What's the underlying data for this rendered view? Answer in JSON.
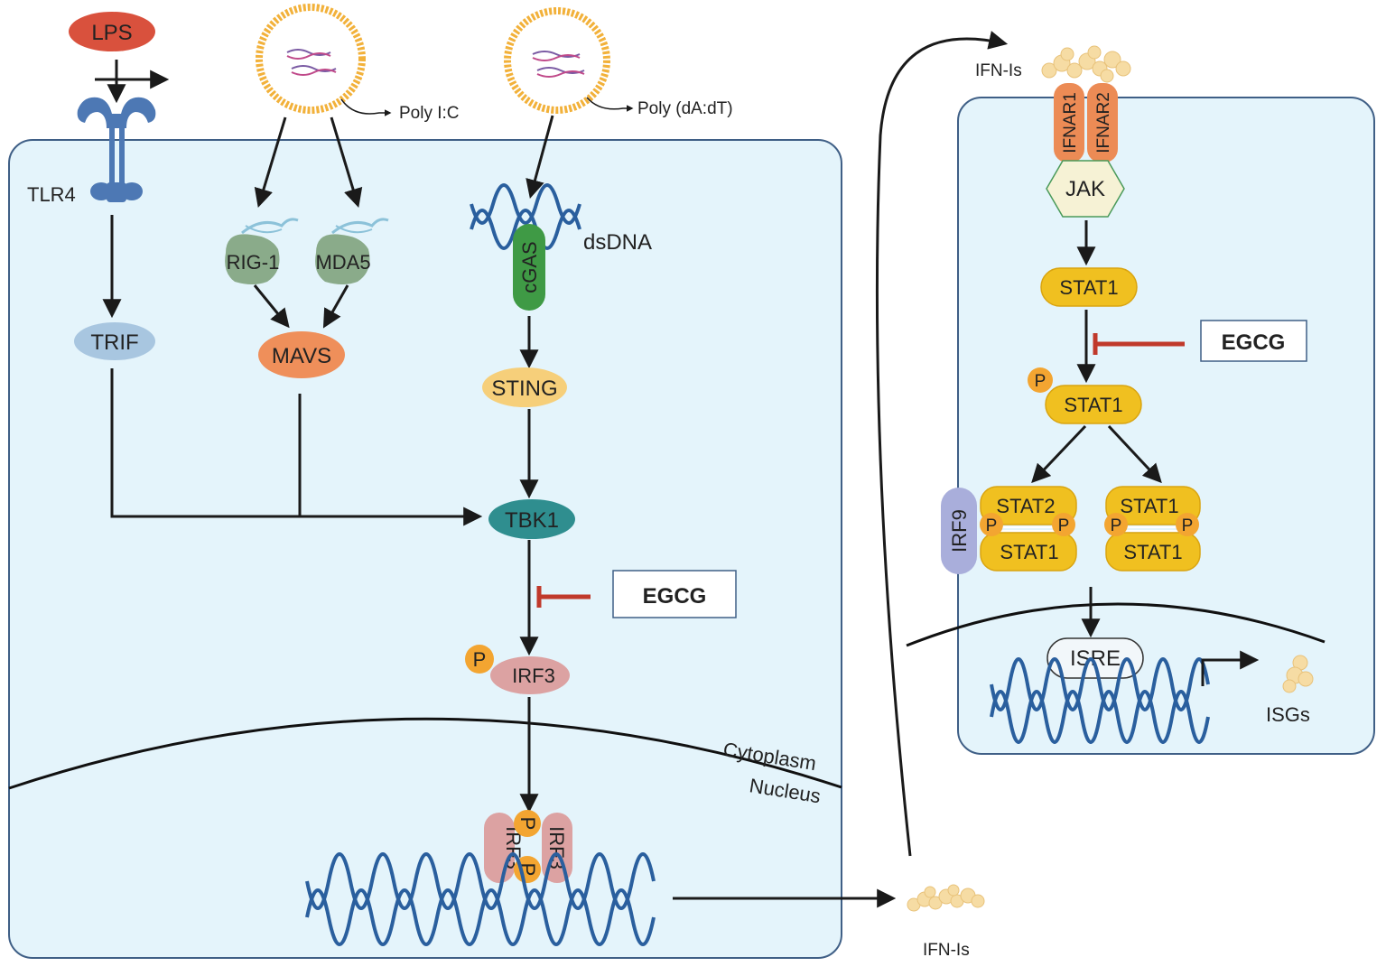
{
  "ligands": {
    "lps": "LPS",
    "poly_ic": "Poly I:C",
    "poly_dadt": "Poly (dA:dT)"
  },
  "receptors": {
    "tlr4": "TLR4",
    "ifnar1": "IFNAR1",
    "ifnar2": "IFNAR2"
  },
  "nodes": {
    "rig1": "RIG-1",
    "mda5": "MDA5",
    "trif": "TRIF",
    "mavs": "MAVS",
    "cgas": "cGAS",
    "dsdna": "dsDNA",
    "sting": "STING",
    "tbk1": "TBK1",
    "irf3": "IRF3",
    "p": "P",
    "jak": "JAK",
    "stat1": "STAT1",
    "stat2": "STAT2",
    "irf9": "IRF9",
    "isre": "ISRE",
    "isgs": "ISGs"
  },
  "compartments": {
    "cytoplasm": "Cytoplasm",
    "nucleus": "Nucleus"
  },
  "inhibitor": "EGCG",
  "ifn_label": "IFN-Is",
  "colors": {
    "cell_fill": "#e4f4fb",
    "cell_border": "#3f5f86",
    "inhibit_red": "#c0392b",
    "stat_yellow": "#f0c020",
    "phospho_orange": "#f3a531",
    "tbk1_teal": "#2f8e8f",
    "mavs_orange": "#ef8f5a",
    "irf3_pink": "#dca2a2",
    "cgas_green": "#3f9a45",
    "dna_blue": "#2a5f9e",
    "irf9_lavender": "#a9aedb",
    "ifnar_orange": "#ec8b55",
    "lps_red": "#d9513d"
  }
}
